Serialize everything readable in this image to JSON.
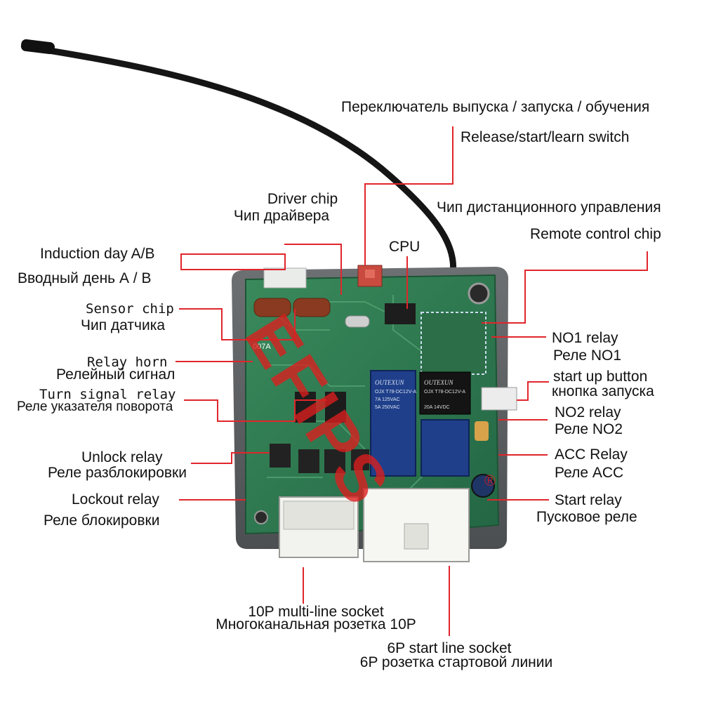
{
  "labels": {
    "switch_ru": "Переключатель выпуска / запуска / обучения",
    "switch_en": "Release/start/learn switch",
    "driver_en": "Driver chip",
    "driver_ru": "Чип драйвера",
    "remote_ru": "Чип дистанционного управления",
    "remote_en": "Remote control chip",
    "cpu": "CPU",
    "induction_en": "Induction day A/B",
    "induction_ru": "Вводный день А / В",
    "sensor_en": "Sensor chip",
    "sensor_ru": "Чип датчика",
    "horn_en": "Relay horn",
    "horn_ru": "Релейный сигнал",
    "turn_en": "Turn signal relay",
    "turn_ru": "Реле указателя поворота",
    "unlock_en": "Unlock relay",
    "unlock_ru": "Реле разблокировки",
    "lockout_en": "Lockout relay",
    "lockout_ru": "Реле блокировки",
    "no1_en": "NO1 relay",
    "no1_ru": "Реле NO1",
    "startbtn_en": "start up button",
    "startbtn_ru": "кнопка запуска",
    "no2_en": "NO2 relay",
    "no2_ru": "Реле NO2",
    "acc_en": "ACC Relay",
    "acc_ru": "Реле ACC",
    "startrelay_en": "Start relay",
    "startrelay_ru": "Пусковое реле",
    "socket10_en": "10P multi-line socket",
    "socket10_ru": "Многоканальная розетка 10P",
    "socket6_en": "6P start line socket",
    "socket6_ru": "6P розетка стартовой линии"
  },
  "board": {
    "model": "007A",
    "relay_brand": "OUTEXUN",
    "relay_model": "OJX T78-DC12V-A",
    "relay_rating1": "7A 125VAC",
    "relay_rating2": "5A 250VAC",
    "relay_rating3": "20A 14VDC",
    "watermark": "EFIPS",
    "watermark_mark": "®"
  },
  "colors": {
    "leader": "#e0262b",
    "pcb": "#2f7a4f",
    "case": "#5f6264",
    "watermark": "#dc1e1e"
  }
}
